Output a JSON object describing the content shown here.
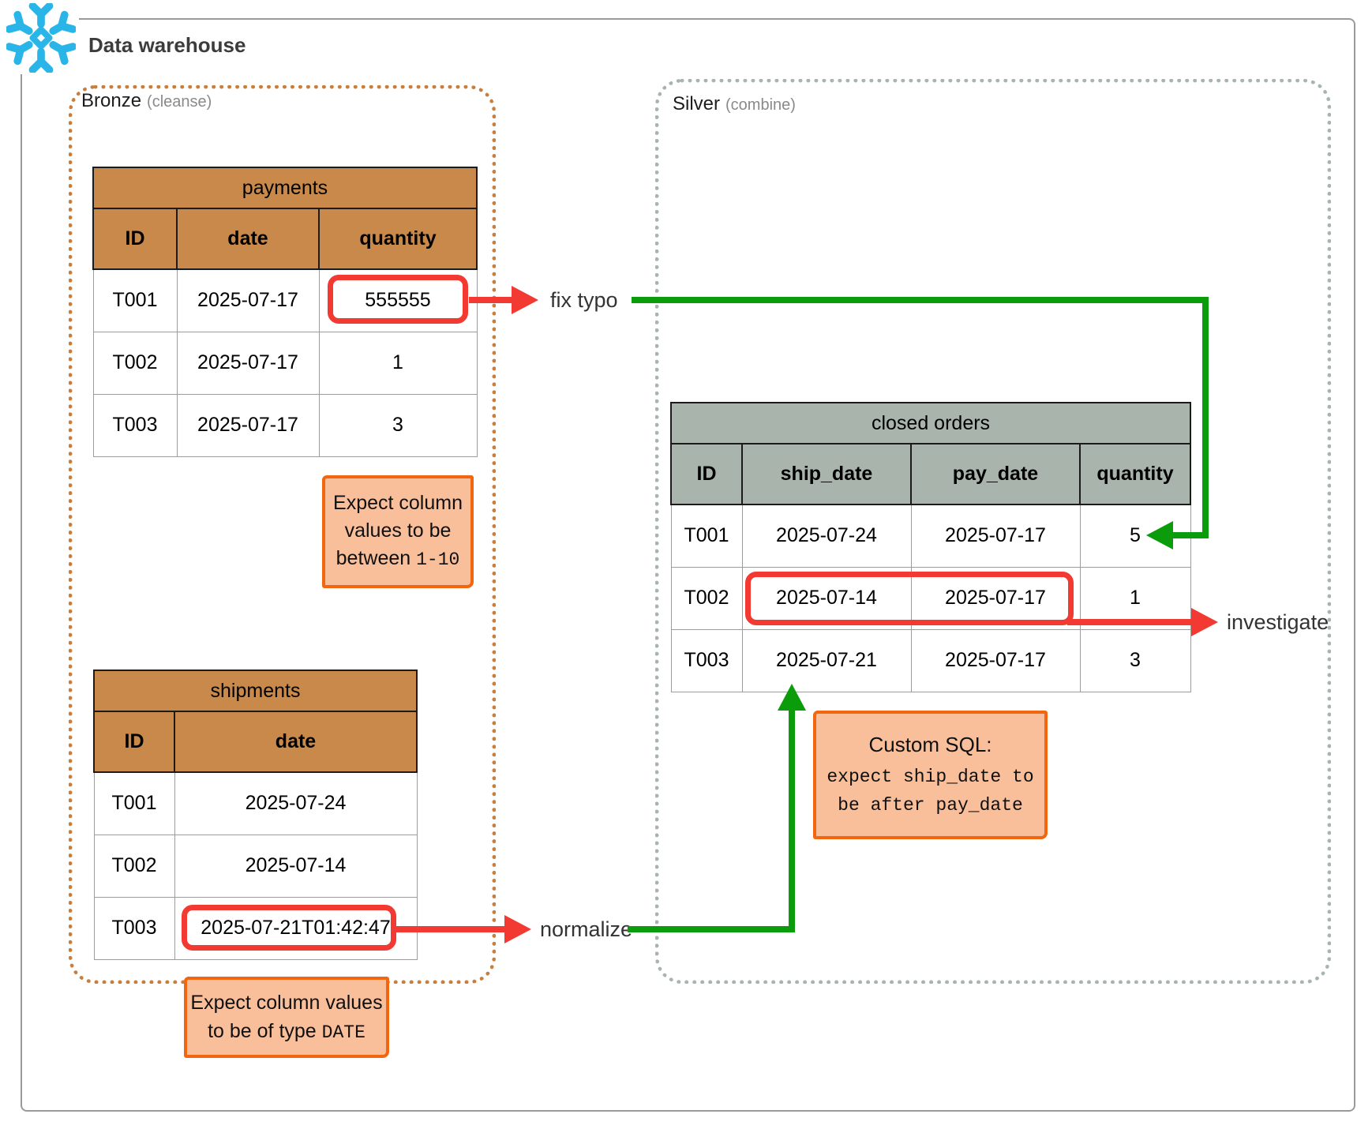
{
  "app": {
    "title": "Data warehouse"
  },
  "zones": {
    "bronze": {
      "label": "Bronze",
      "sublabel": "(cleanse)"
    },
    "silver": {
      "label": "Silver",
      "sublabel": "(combine)"
    }
  },
  "tables": {
    "payments": {
      "title": "payments",
      "columns": [
        "ID",
        "date",
        "quantity"
      ],
      "rows": [
        [
          "T001",
          "2025-07-17",
          "555555"
        ],
        [
          "T002",
          "2025-07-17",
          "1"
        ],
        [
          "T003",
          "2025-07-17",
          "3"
        ]
      ]
    },
    "shipments": {
      "title": "shipments",
      "columns": [
        "ID",
        "date"
      ],
      "rows": [
        [
          "T001",
          "2025-07-24"
        ],
        [
          "T002",
          "2025-07-14"
        ],
        [
          "T003",
          "2025-07-21T01:42:47"
        ]
      ]
    },
    "closed_orders": {
      "title": "closed orders",
      "columns": [
        "ID",
        "ship_date",
        "pay_date",
        "quantity"
      ],
      "rows": [
        [
          "T001",
          "2025-07-24",
          "2025-07-17",
          "5"
        ],
        [
          "T002",
          "2025-07-14",
          "2025-07-17",
          "1"
        ],
        [
          "T003",
          "2025-07-21",
          "2025-07-17",
          "3"
        ]
      ]
    }
  },
  "labels": {
    "fix_typo": "fix typo",
    "investigate": "investigate",
    "normalize": "normalize"
  },
  "notes": {
    "quantity_range": {
      "line1": "Expect column",
      "line2": "values to be",
      "line3_text": "between ",
      "line3_code": "1-10"
    },
    "date_type": {
      "line1": "Expect column values",
      "line2_text": "to be of type ",
      "line2_code": "DATE"
    },
    "custom_sql": {
      "title": "Custom SQL:",
      "code_line1": "expect ship_date to",
      "code_line2": "be after pay_date"
    }
  },
  "colors": {
    "logo_blue": "#29b5e8",
    "bronze_table_header": "#c9894a",
    "silver_table_header": "#a9b4ad",
    "bronze_border": "#c87e3d",
    "silver_border": "#a8b5ae",
    "note_fill": "#f9bf9a",
    "note_border": "#f2660f",
    "highlight_red": "#f23a33",
    "flow_green": "#0b9c0b"
  }
}
